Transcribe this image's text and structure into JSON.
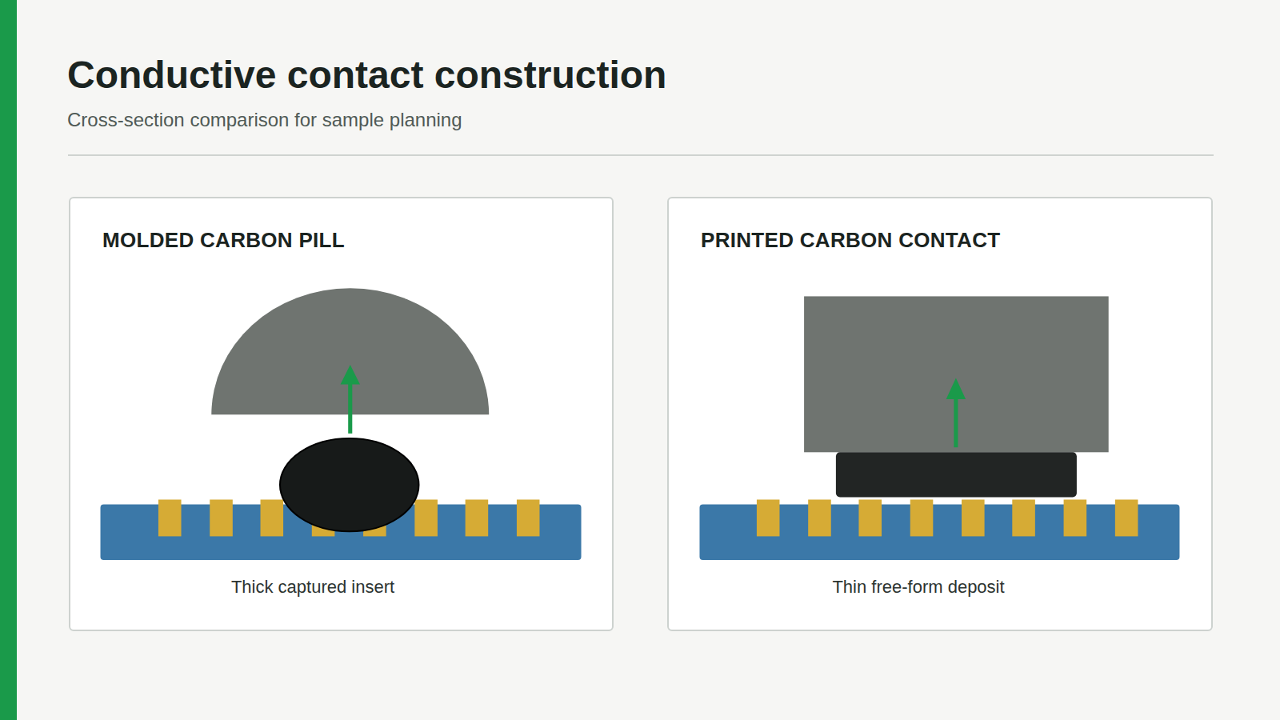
{
  "diagram": {
    "title": "Conductive contact construction",
    "caption": "Cross-section comparison for sample planning",
    "nodes": [
      {
        "text": [
          "MOLDED CARBON PILL",
          "Thick captured insert"
        ]
      },
      {
        "text": [
          "PRINTED CARBON CONTACT",
          "Thin free-form deposit"
        ]
      }
    ]
  }
}
